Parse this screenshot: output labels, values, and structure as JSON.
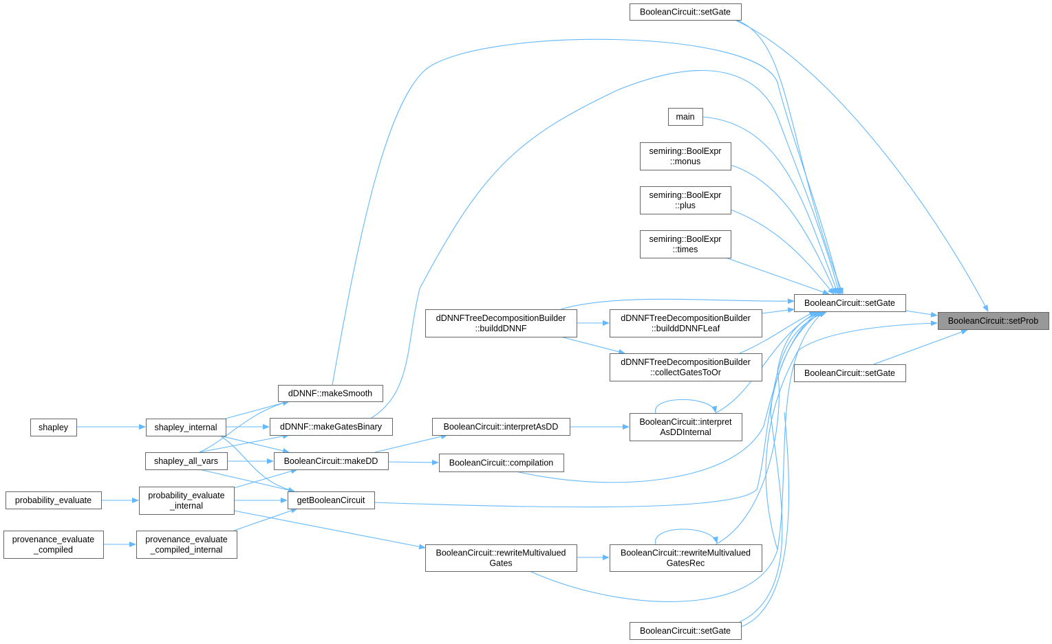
{
  "graph": {
    "type": "caller-graph",
    "edge_color": "#63b8ff",
    "focus_fill": "#999999",
    "nodes": {
      "setProb": [
        "BooleanCircuit::setProb"
      ],
      "setGate_top": [
        "BooleanCircuit::setGate"
      ],
      "setGate_mid": [
        "BooleanCircuit::setGate"
      ],
      "setGate_low": [
        "BooleanCircuit::setGate"
      ],
      "setGate_bottom": [
        "BooleanCircuit::setGate"
      ],
      "main": [
        "main"
      ],
      "monus": [
        "semiring::BoolExpr",
        "::monus"
      ],
      "plus": [
        "semiring::BoolExpr",
        "::plus"
      ],
      "times": [
        "semiring::BoolExpr",
        "::times"
      ],
      "buildDNNF": [
        "dDNNFTreeDecompositionBuilder",
        "::builddDNNF"
      ],
      "buildLeaf": [
        "dDNNFTreeDecompositionBuilder",
        "::builddDNNFLeaf"
      ],
      "collect": [
        "dDNNFTreeDecompositionBuilder",
        "::collectGatesToOr"
      ],
      "makeSmooth": [
        "dDNNF::makeSmooth"
      ],
      "makeGatesBinary": [
        "dDNNF::makeGatesBinary"
      ],
      "shapley": [
        "shapley"
      ],
      "shapley_internal": [
        "shapley_internal"
      ],
      "shapley_all_vars": [
        "shapley_all_vars"
      ],
      "makeDD": [
        "BooleanCircuit::makeDD"
      ],
      "interpretAsDD": [
        "BooleanCircuit::interpretAsDD"
      ],
      "interpretAsDDInternal": [
        "BooleanCircuit::interpret",
        "AsDDInternal"
      ],
      "compilation": [
        "BooleanCircuit::compilation"
      ],
      "probability_evaluate": [
        "probability_evaluate"
      ],
      "probability_evaluate_internal": [
        "probability_evaluate",
        "_internal"
      ],
      "getBooleanCircuit": [
        "getBooleanCircuit"
      ],
      "provenance_evaluate_compiled": [
        "provenance_evaluate",
        "_compiled"
      ],
      "provenance_evaluate_compiled_internal": [
        "provenance_evaluate",
        "_compiled_internal"
      ],
      "rewrite": [
        "BooleanCircuit::rewriteMultivalued",
        "Gates"
      ],
      "rewriteRec": [
        "BooleanCircuit::rewriteMultivalued",
        "GatesRec"
      ]
    }
  }
}
